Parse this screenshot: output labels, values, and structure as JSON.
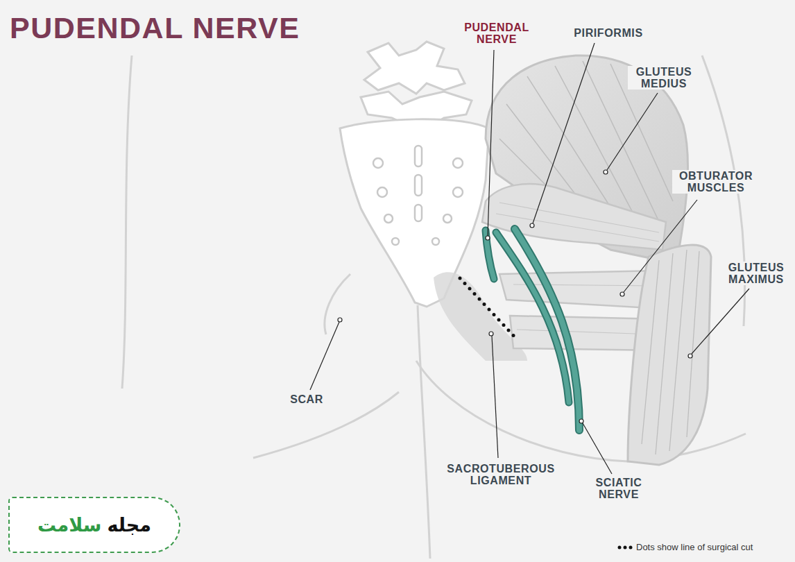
{
  "diagram": {
    "title": "PUDENDAL NERVE",
    "nodes": [
      {
        "text": [
          "مجله",
          "سلامت"
        ]
      }
    ],
    "labels": [
      "PUDENDAL NERVE",
      "PIRIFORMIS",
      "GLUTEUS MEDIUS",
      "OBTURATOR MUSCLES",
      "GLUTEUS MAXIMUS",
      "SCAR",
      "SACROTUBEROUS LIGAMENT",
      "SCIATIC NERVE"
    ],
    "legend": [
      {
        "text": "Dots show line of surgical cut"
      }
    ]
  }
}
